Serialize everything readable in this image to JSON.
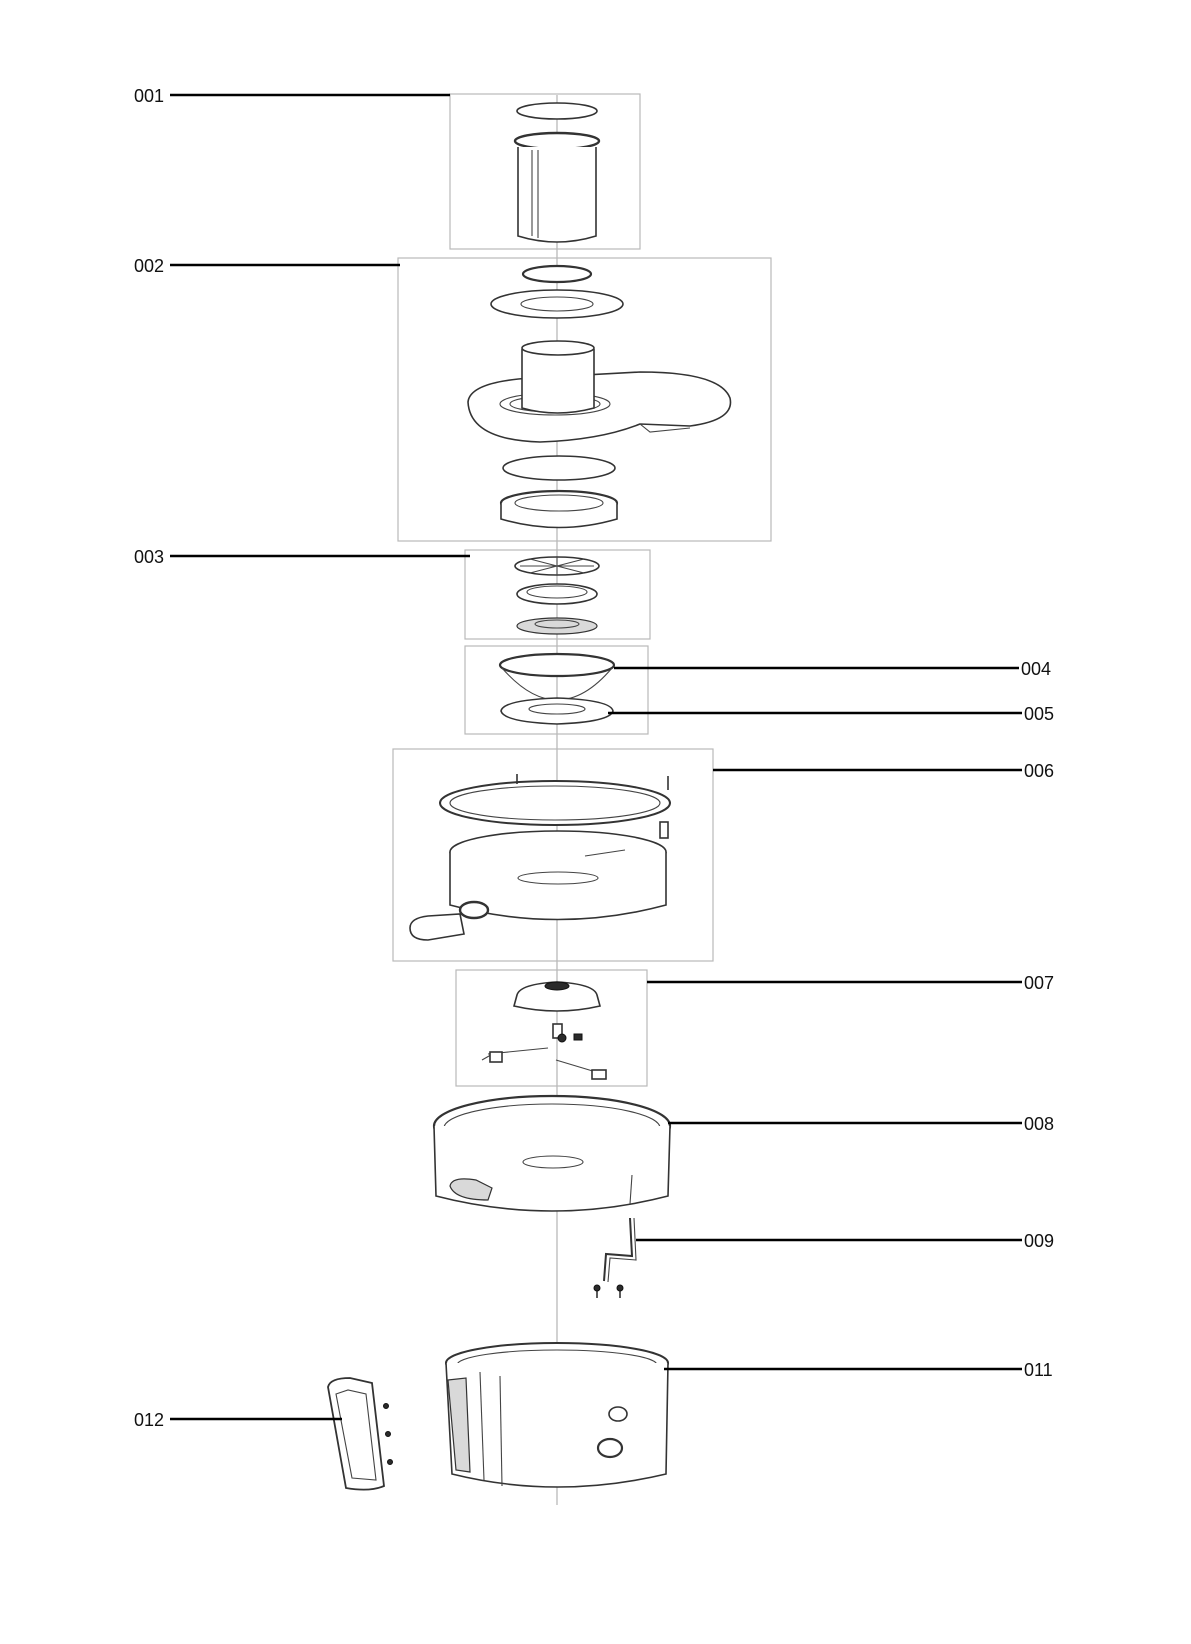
{
  "parts": [
    {
      "id": "001",
      "label": "001"
    },
    {
      "id": "002",
      "label": "002"
    },
    {
      "id": "003",
      "label": "003"
    },
    {
      "id": "004",
      "label": "004"
    },
    {
      "id": "005",
      "label": "005"
    },
    {
      "id": "006",
      "label": "006"
    },
    {
      "id": "007",
      "label": "007"
    },
    {
      "id": "008",
      "label": "008"
    },
    {
      "id": "009",
      "label": "009"
    },
    {
      "id": "011",
      "label": "011"
    },
    {
      "id": "012",
      "label": "012"
    }
  ]
}
